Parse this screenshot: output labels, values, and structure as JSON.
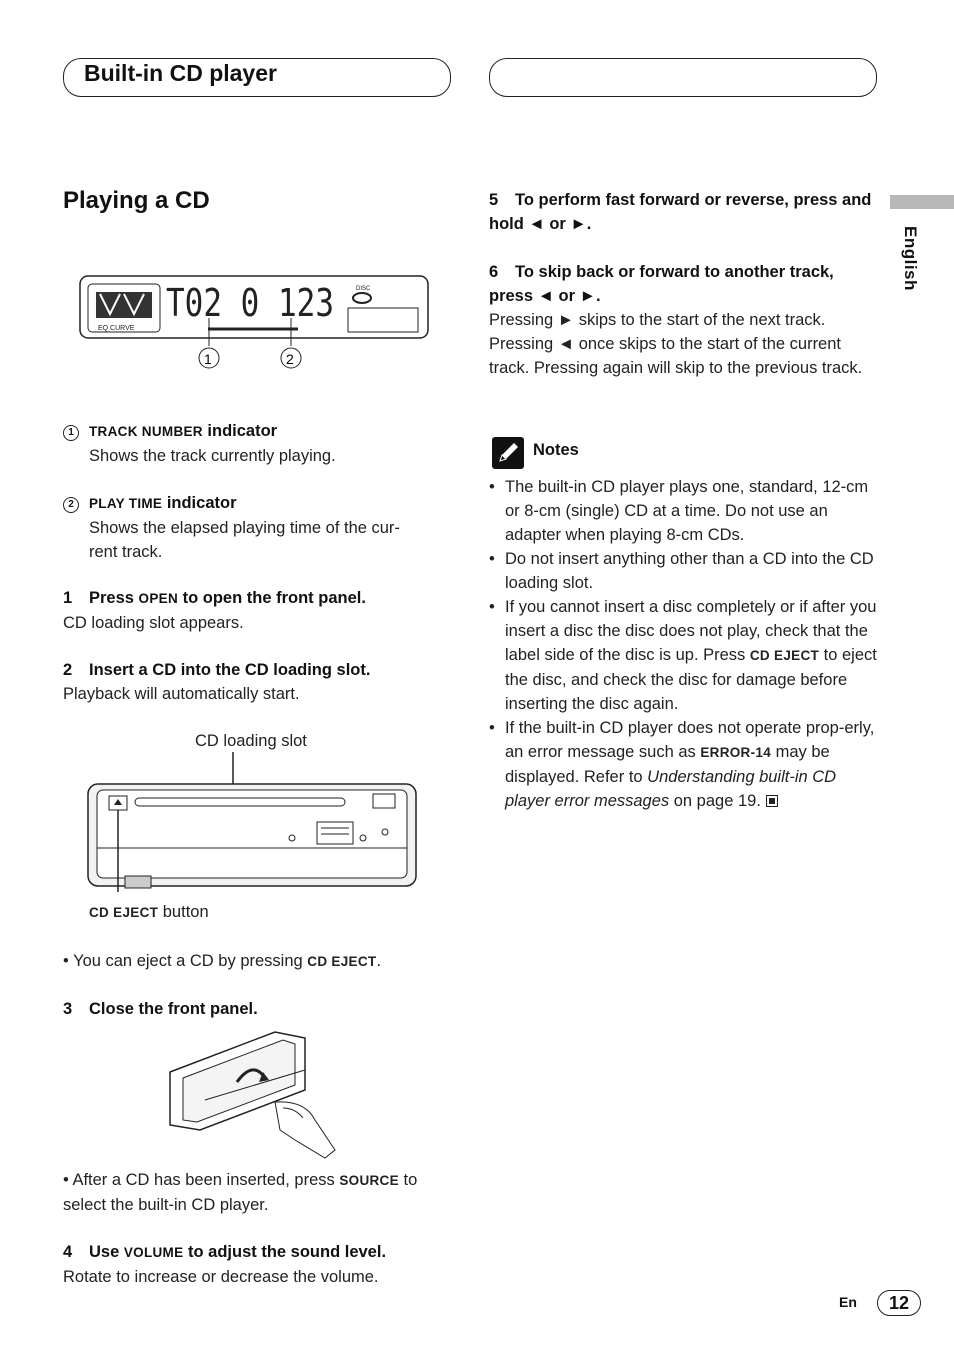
{
  "header": {
    "left_title": "Built-in CD player",
    "right_title": ""
  },
  "side_tab": {
    "label": "English"
  },
  "section_title": "Playing a CD",
  "display_diagram": {
    "lcd_text": "T02  0 123",
    "eq_label": "EQ CURVE",
    "disc_label": "DISC",
    "callouts": [
      "1",
      "2"
    ]
  },
  "indicators": [
    {
      "num": "1",
      "name": "TRACK NUMBER",
      "suffix": " indicator",
      "desc": "Shows the track currently playing."
    },
    {
      "num": "2",
      "name": "PLAY TIME",
      "suffix": " indicator",
      "desc": "Shows the elapsed playing time of the cur-\nrent track."
    }
  ],
  "steps": [
    {
      "num": "1",
      "pre": "Press ",
      "key": "OPEN",
      "post": " to open the front panel.",
      "desc": "CD loading slot appears."
    },
    {
      "num": "2",
      "pre": "Insert a ",
      "key": "CD",
      "mid": " into the ",
      "key2": "CD",
      "post": " loading slot.",
      "desc": "Playback will automatically start."
    },
    {
      "num": "3",
      "pre": "Close the front panel.",
      "key": "",
      "post": "",
      "desc": ""
    },
    {
      "num": "4",
      "pre": "Use ",
      "key": "VOLUME",
      "post": " to adjust the sound level.",
      "desc": "Rotate to increase or decrease the volume."
    },
    {
      "num": "5",
      "text": "To perform fast forward or reverse, press and hold ◄ or ►."
    },
    {
      "num": "6",
      "text": "To skip back or forward to another track, press ◄ or ►.",
      "desc": "Pressing ► skips to the start of the next track. Pressing ◄ once skips to the start of the current track. Pressing again will skip to the previous track."
    }
  ],
  "slot_diagram": {
    "top_label": "CD loading slot",
    "eject_key": "CD EJECT",
    "eject_suffix": " button"
  },
  "bullets_left": {
    "eject_pre": "You can eject a CD by pressing ",
    "eject_key": "CD EJECT",
    "eject_post": ".",
    "source_pre": "After a CD has been inserted, press ",
    "source_key": "SOURCE",
    "source_post": " to select the built-in CD player."
  },
  "notes": {
    "title": "Notes",
    "n1": "The built-in CD player plays one, standard, 12-cm or 8-cm (single) CD at a time. Do not use an adapter when playing 8-cm CDs.",
    "n2": "Do not insert anything other than a CD into the CD loading slot.",
    "n3_pre": "If you cannot insert a disc completely or if after you insert a disc the disc does not play, check that the label side of the disc is up. Press ",
    "n3_key": "CD EJECT",
    "n3_post": " to eject the disc, and check the disc for damage before inserting the disc again.",
    "n4_pre": "If the built-in CD player does not operate prop-erly, an error message such as ",
    "n4_key": "ERROR-14",
    "n4_mid": " may be displayed. Refer to ",
    "n4_italic": "Understanding built-in CD player error messages",
    "n4_post": " on page 19."
  },
  "footer": {
    "lang": "En",
    "page": "12"
  }
}
